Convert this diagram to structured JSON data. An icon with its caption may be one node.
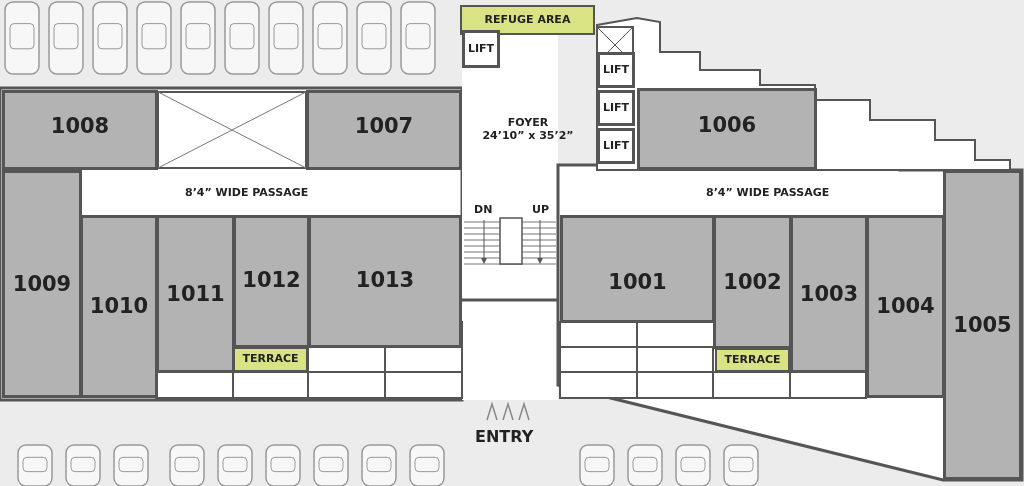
{
  "diagram": {
    "nodes": [
      {
        "text": [
          "REFUGE AREA"
        ]
      },
      {
        "text": [
          "LIFT"
        ]
      },
      {
        "text": [
          "LIFT"
        ]
      },
      {
        "text": [
          "LIFT"
        ]
      },
      {
        "text": [
          "LIFT"
        ]
      },
      {
        "text": [
          "1008"
        ]
      },
      {
        "text": [
          "1007"
        ]
      },
      {
        "text": [
          "FOYER",
          "24’10” x 35’2”"
        ]
      },
      {
        "text": [
          "1006"
        ]
      },
      {
        "text": [
          "1009"
        ]
      },
      {
        "text": [
          "1010"
        ]
      },
      {
        "text": [
          "1011"
        ]
      },
      {
        "text": [
          "1012"
        ]
      },
      {
        "text": [
          "1013"
        ]
      },
      {
        "text": [
          "1001"
        ]
      },
      {
        "text": [
          "1002"
        ]
      },
      {
        "text": [
          "1003"
        ]
      },
      {
        "text": [
          "1004"
        ]
      },
      {
        "text": [
          "1005"
        ]
      },
      {
        "text": [
          "TERRACE"
        ]
      },
      {
        "text": [
          "TERRACE"
        ]
      }
    ],
    "labels": [
      "8’4” WIDE PASSAGE",
      "8’4” WIDE PASSAGE",
      "DN",
      "UP",
      "ENTRY"
    ]
  }
}
